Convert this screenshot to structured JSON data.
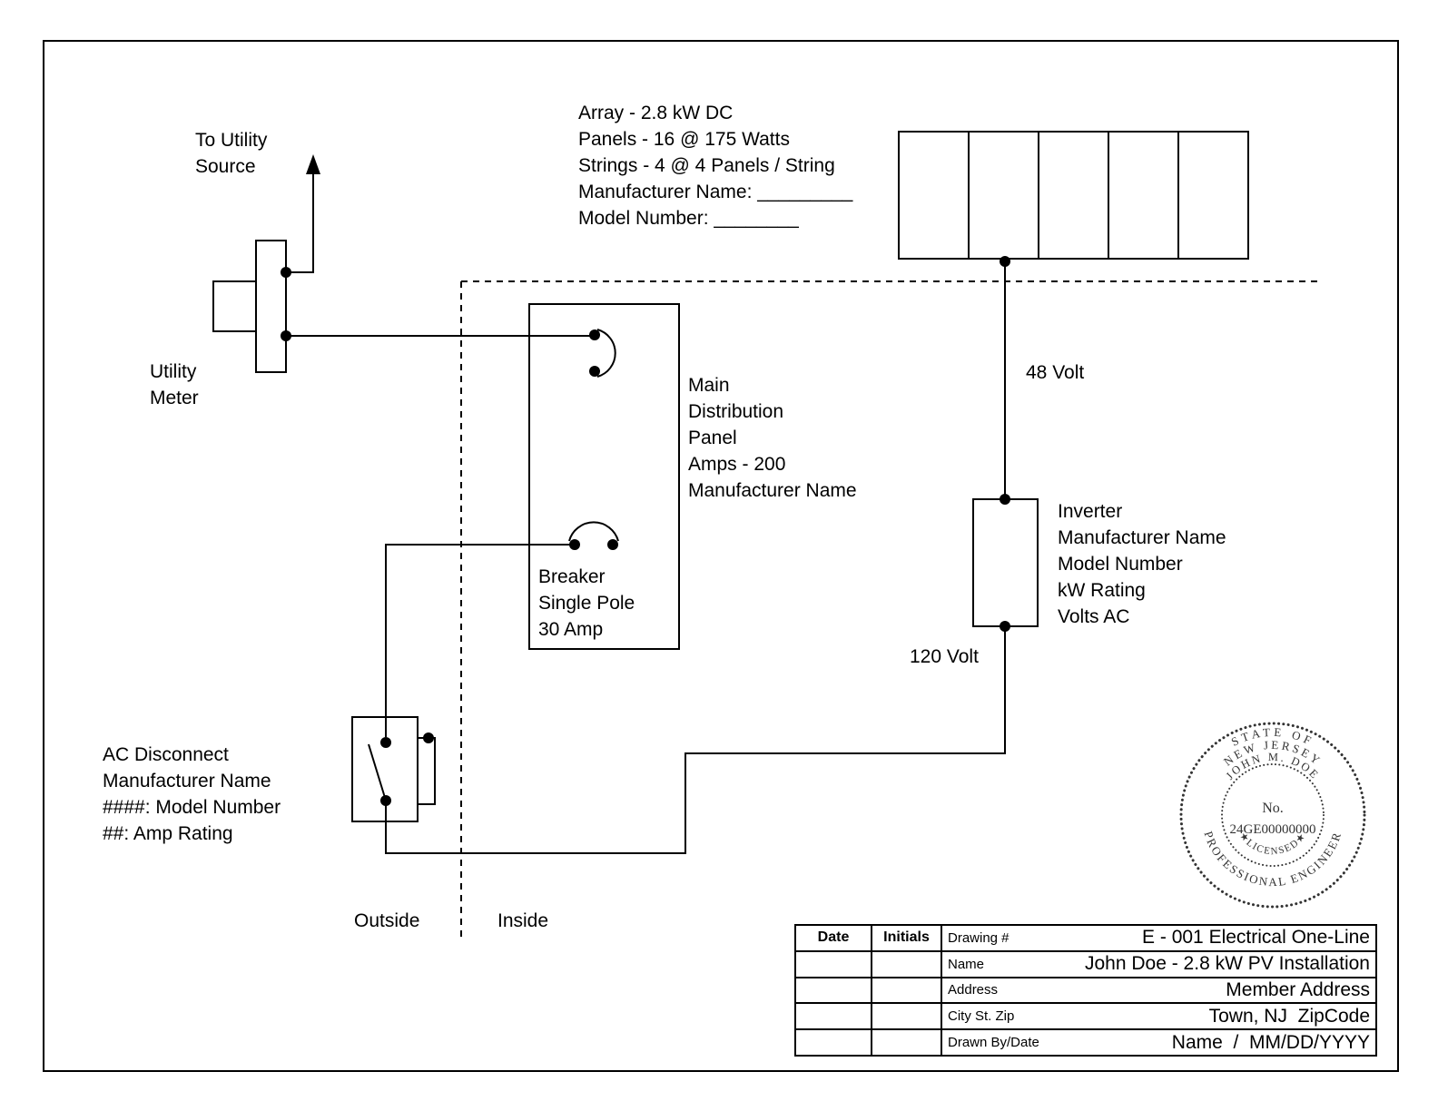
{
  "page": {
    "background": "#ffffff",
    "line_color": "#000000",
    "stamp_color": "#333333"
  },
  "labels": {
    "to_utility_source": "To Utility\nSource",
    "utility_meter": "Utility\nMeter",
    "array_info": "Array - 2.8 kW DC\nPanels - 16 @ 175 Watts\nStrings - 4 @ 4 Panels / String\nManufacturer Name: _________\nModel Number: ________",
    "mdp_info": "Main\nDistribution\nPanel\nAmps - 200\nManufacturer Name",
    "breaker_info": "Breaker\nSingle Pole\n30 Amp",
    "volt_48": "48 Volt",
    "inverter_info": "Inverter\nManufacturer Name\nModel Number\nkW Rating\nVolts AC",
    "volt_120": "120 Volt",
    "ac_disconnect_info": "AC Disconnect\nManufacturer Name\n####: Model Number\n##: Amp Rating",
    "outside": "Outside",
    "inside": "Inside"
  },
  "stamp": {
    "arc_top_1": "STATE OF",
    "arc_top_2": "NEW JERSEY",
    "arc_top_3": "JOHN M. DOE",
    "no_label": "No.",
    "license_number": "24GE00000000",
    "licensed": "★LICENSED★",
    "arc_bottom": "PROFESSIONAL ENGINEER"
  },
  "title_block": {
    "col_date": "Date",
    "col_initials": "Initials",
    "rows": [
      {
        "label": "Drawing #",
        "value": "E - 001 Electrical One-Line"
      },
      {
        "label": "Name",
        "value": "John Doe - 2.8 kW PV Installation"
      },
      {
        "label": "Address",
        "value": "Member Address"
      },
      {
        "label": "City St. Zip",
        "value": "Town, NJ  ZipCode"
      },
      {
        "label": "Drawn By/Date",
        "value": "Name  /  MM/DD/YYYY"
      }
    ]
  }
}
